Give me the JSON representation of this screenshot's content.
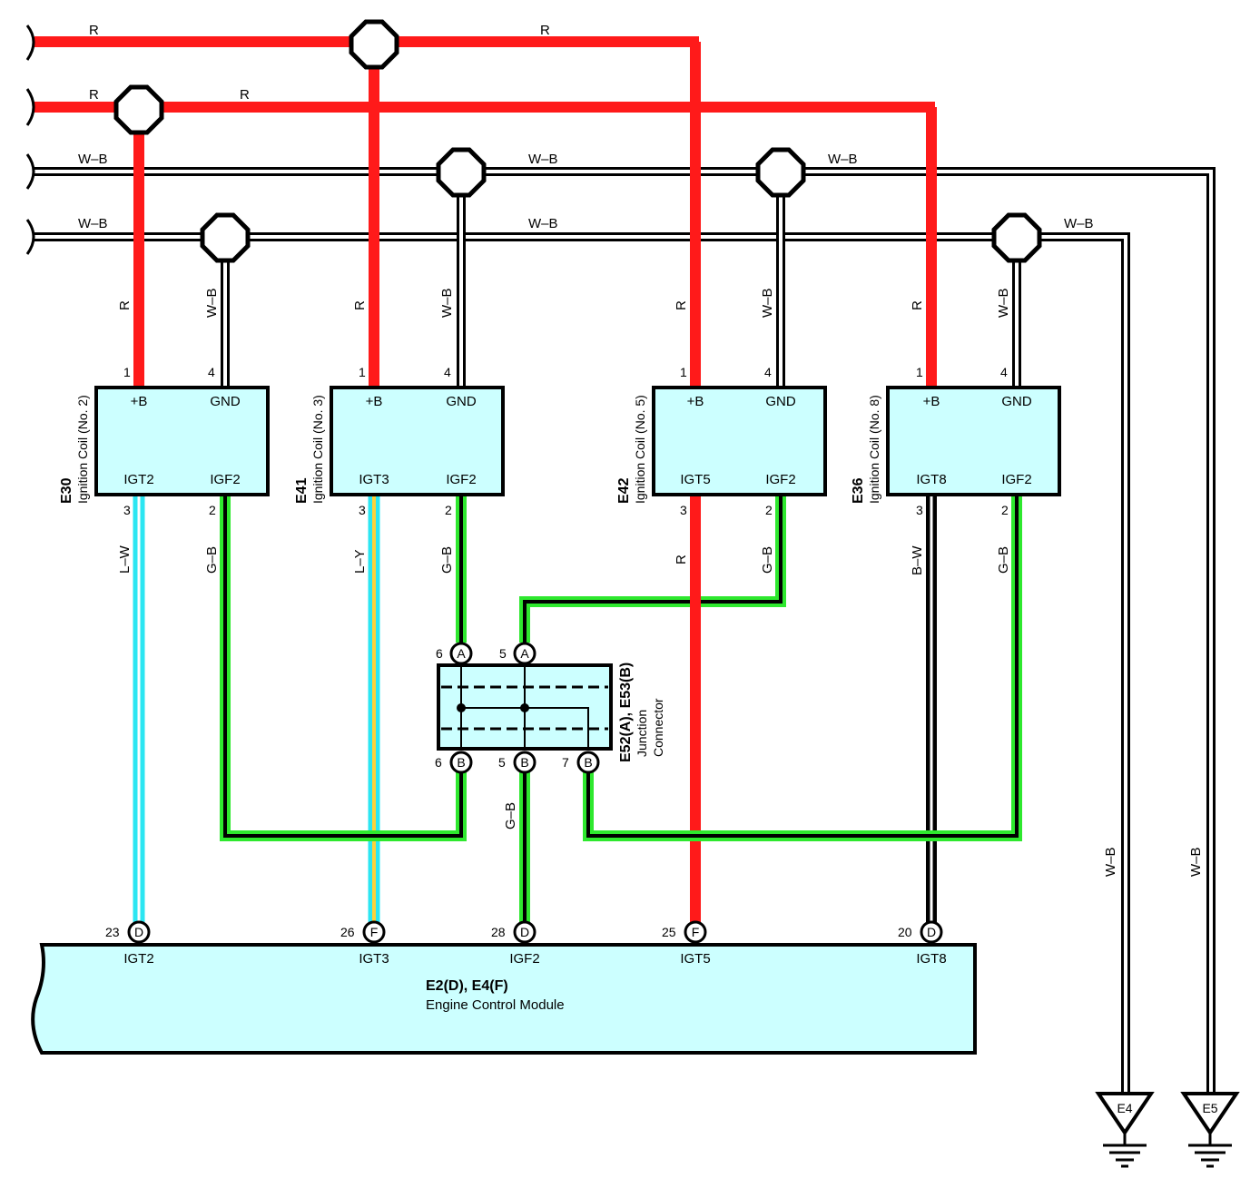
{
  "colors": {
    "red": "#ff1a1a",
    "green": "#2ee82e",
    "cyan": "#2be6f2",
    "yellow": "#ffd23a",
    "black": "#000000",
    "box": "#ccffff"
  },
  "buses": {
    "bus1_left": "R",
    "bus1_right": "R",
    "bus2_left": "R",
    "bus2_right": "R",
    "bus3_left": "W–B",
    "bus3_mid": "W–B",
    "bus3_right": "W–B",
    "bus4_left": "W–B",
    "bus4_mid": "W–B",
    "bus4_right": "W–B"
  },
  "coils": [
    {
      "code": "E30",
      "name": "Ignition Coil (No. 2)",
      "pin_b": "1",
      "pin_gnd": "4",
      "pin_igt": "3",
      "pin_igf": "2",
      "t_b": "+B",
      "t_gnd": "GND",
      "t_igt": "IGT2",
      "t_igf": "IGF2",
      "w_b": "R",
      "w_gnd": "W–B",
      "w_igt": "L–W",
      "w_igf": "G–B"
    },
    {
      "code": "E41",
      "name": "Ignition Coil (No. 3)",
      "pin_b": "1",
      "pin_gnd": "4",
      "pin_igt": "3",
      "pin_igf": "2",
      "t_b": "+B",
      "t_gnd": "GND",
      "t_igt": "IGT3",
      "t_igf": "IGF2",
      "w_b": "R",
      "w_gnd": "W–B",
      "w_igt": "L–Y",
      "w_igf": "G–B"
    },
    {
      "code": "E42",
      "name": "Ignition Coil (No. 5)",
      "pin_b": "1",
      "pin_gnd": "4",
      "pin_igt": "3",
      "pin_igf": "2",
      "t_b": "+B",
      "t_gnd": "GND",
      "t_igt": "IGT5",
      "t_igf": "IGF2",
      "w_b": "R",
      "w_gnd": "W–B",
      "w_igt": "R",
      "w_igf": "G–B"
    },
    {
      "code": "E36",
      "name": "Ignition Coil (No. 8)",
      "pin_b": "1",
      "pin_gnd": "4",
      "pin_igt": "3",
      "pin_igf": "2",
      "t_b": "+B",
      "t_gnd": "GND",
      "t_igt": "IGT8",
      "t_igf": "IGF2",
      "w_b": "R",
      "w_gnd": "W–B",
      "w_igt": "B–W",
      "w_igf": "G–B"
    }
  ],
  "junction": {
    "code": "E52(A), E53(B)",
    "name_line1": "Junction",
    "name_line2": "Connector",
    "top_pins": [
      {
        "num": "6",
        "letter": "A"
      },
      {
        "num": "5",
        "letter": "A"
      }
    ],
    "bottom_pins": [
      {
        "num": "6",
        "letter": "B"
      },
      {
        "num": "5",
        "letter": "B"
      },
      {
        "num": "7",
        "letter": "B"
      }
    ],
    "out_wire": "G–B"
  },
  "ecm": {
    "code": "E2(D), E4(F)",
    "name": "Engine Control Module",
    "pins": [
      {
        "num": "23",
        "letter": "D",
        "term": "IGT2"
      },
      {
        "num": "26",
        "letter": "F",
        "term": "IGT3"
      },
      {
        "num": "28",
        "letter": "D",
        "term": "IGF2"
      },
      {
        "num": "25",
        "letter": "F",
        "term": "IGT5"
      },
      {
        "num": "20",
        "letter": "D",
        "term": "IGT8"
      }
    ]
  },
  "grounds": [
    {
      "code": "E4",
      "wire": "W–B"
    },
    {
      "code": "E5",
      "wire": "W–B"
    }
  ]
}
